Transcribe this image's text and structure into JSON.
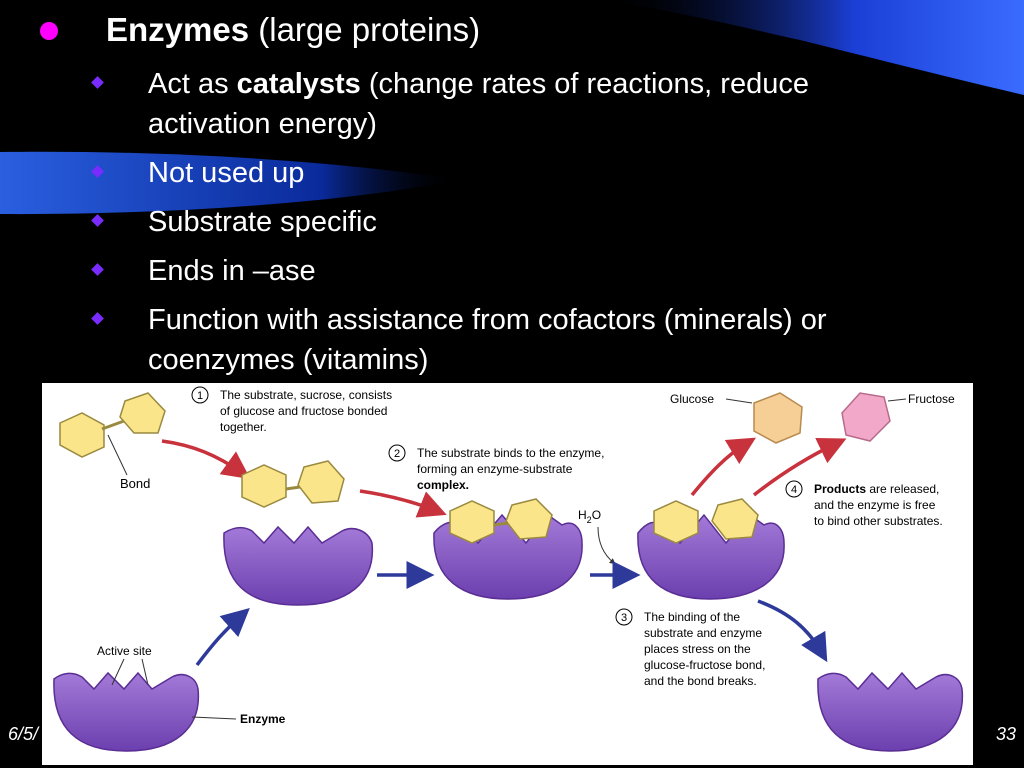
{
  "slide": {
    "title_bold": "Enzymes",
    "title_rest": " (large proteins)",
    "bullets": [
      {
        "pre": "Act as ",
        "bold": "catalysts",
        "post": " (change rates of reactions, reduce activation energy)"
      },
      {
        "text": "Not used up"
      },
      {
        "text": "Substrate specific"
      },
      {
        "text": "Ends in –ase"
      },
      {
        "text": "Function with assistance from cofactors (minerals) or coenzymes (vitamins)"
      }
    ],
    "footer_date": "6/5/",
    "page_number": "33"
  },
  "figure": {
    "step1": {
      "num": "1",
      "lines": [
        "The substrate, sucrose, consists",
        "of glucose and fructose bonded",
        "together."
      ]
    },
    "step2": {
      "num": "2",
      "lines": [
        "The substrate binds to the enzyme,",
        "forming an enzyme-substrate",
        "complex."
      ]
    },
    "step3": {
      "num": "3",
      "lines": [
        "The binding of the",
        "substrate and enzyme",
        "places stress on the",
        "glucose-fructose bond,",
        "and the bond breaks."
      ]
    },
    "step4": {
      "num": "4",
      "lines": [
        "Products are released,",
        "and the enzyme is free",
        "to bind other substrates."
      ]
    },
    "labels": {
      "bond": "Bond",
      "active_site": "Active site",
      "enzyme": "Enzyme",
      "glucose": "Glucose",
      "fructose": "Fructose",
      "h2o_h": "H",
      "h2o_2": "2",
      "h2o_o": "O"
    },
    "colors": {
      "enzyme": "#8a5bc4",
      "substrate": "#fbe58a",
      "glucose": "#f5cf96",
      "fructose": "#f2a8c8",
      "red_arrow": "#c8323c",
      "blue_arrow": "#2d3a9a"
    }
  }
}
